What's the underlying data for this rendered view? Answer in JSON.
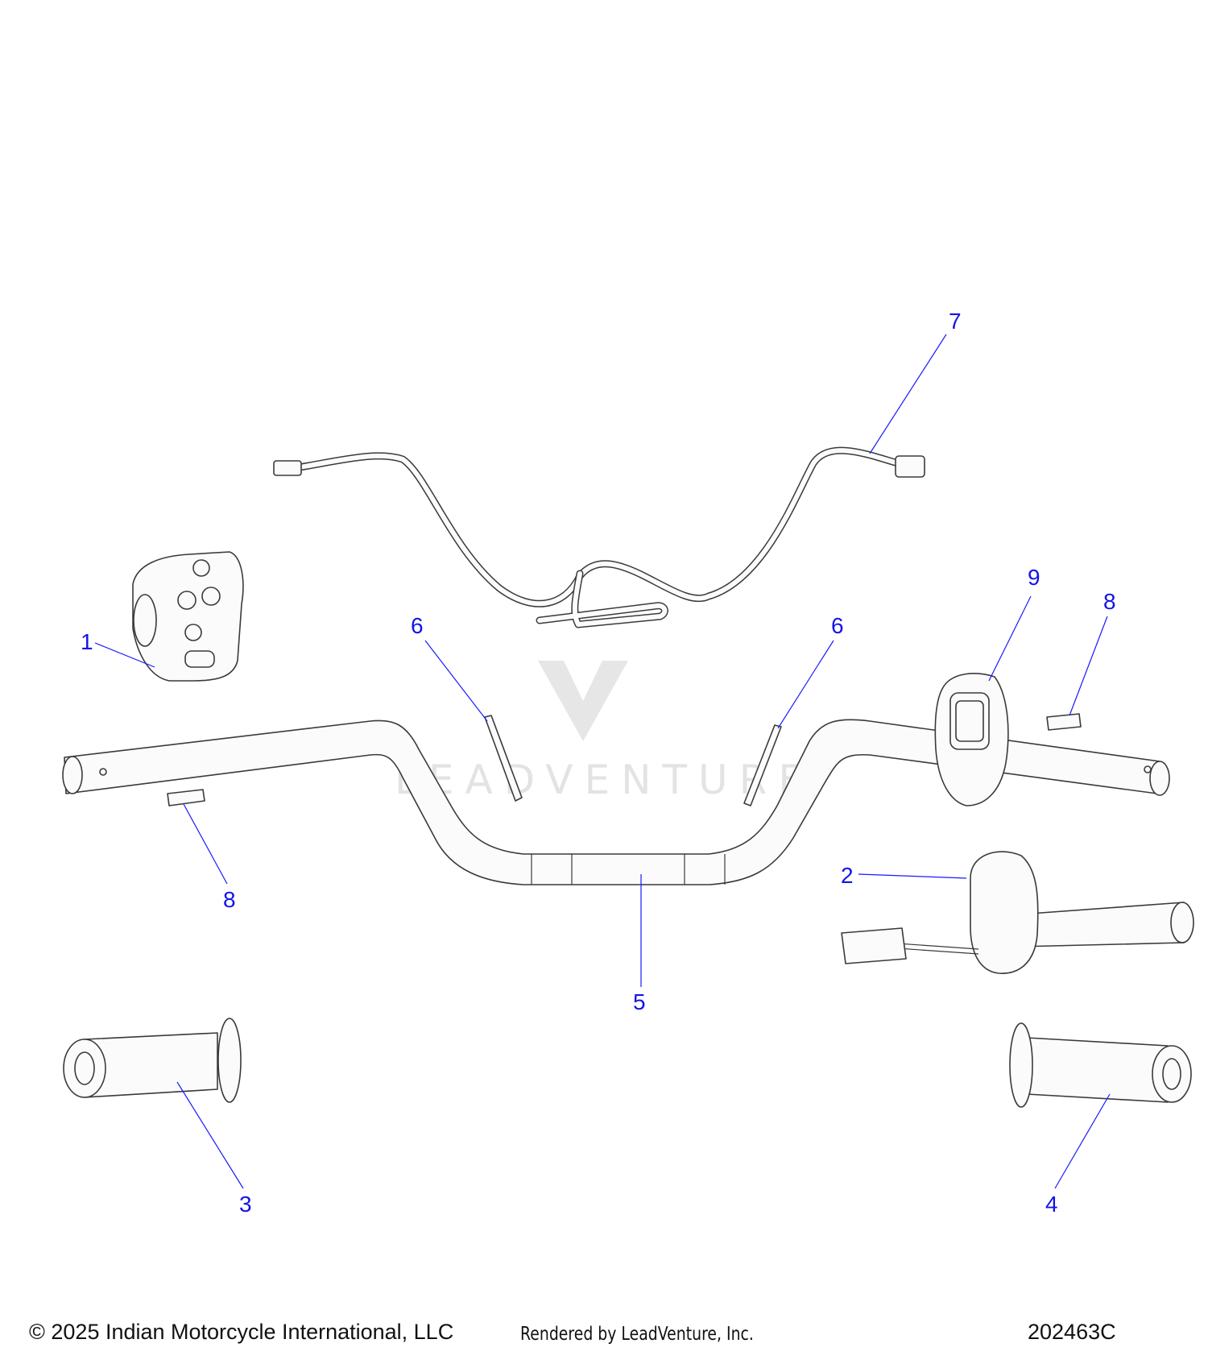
{
  "callouts": [
    {
      "id": "c1",
      "label": "1"
    },
    {
      "id": "c2",
      "label": "2"
    },
    {
      "id": "c3",
      "label": "3"
    },
    {
      "id": "c4",
      "label": "4"
    },
    {
      "id": "c5",
      "label": "5"
    },
    {
      "id": "c6a",
      "label": "6"
    },
    {
      "id": "c6b",
      "label": "6"
    },
    {
      "id": "c7",
      "label": "7"
    },
    {
      "id": "c8a",
      "label": "8"
    },
    {
      "id": "c8b",
      "label": "8"
    },
    {
      "id": "c9",
      "label": "9"
    }
  ],
  "watermark": {
    "text": "LEADVENTURE"
  },
  "footer": {
    "copyright": "© 2025 Indian Motorcycle International, LLC",
    "rendered_by": "Rendered by LeadVenture, Inc.",
    "diagram_id": "202463C"
  },
  "colors": {
    "callout": "#1414e6",
    "line": "#3a3a3a",
    "watermark": "#e6e6e6"
  }
}
